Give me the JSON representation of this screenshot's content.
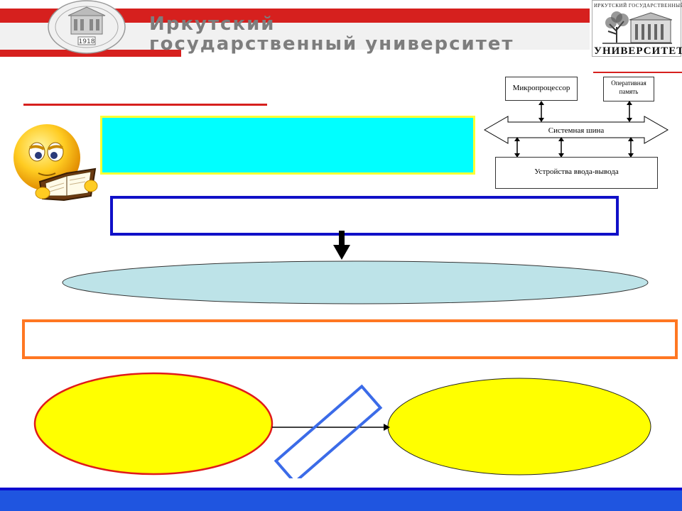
{
  "header": {
    "title_line1": "Иркутский",
    "title_line2": "государственный университет",
    "logo_top_text": "ИРКУТСКИЙ ГОСУДАРСТВЕННЫЙ",
    "logo_bottom_text": "УНИВЕРСИТЕТ",
    "seal_year": "1918",
    "colors": {
      "brand_red": "#d6201e",
      "title_gray": "#7d7d7d"
    }
  },
  "diagram": {
    "cpu_label": "Микропроцессор",
    "ram_label_line1": "Оперативная",
    "ram_label_line2": "память",
    "bus_label": "Системная шина",
    "io_label": "Устройства ввода-вывода"
  },
  "icons": {
    "smiley": "smiley-reading-book-icon",
    "arrow": "arrow-down-icon"
  },
  "colors": {
    "cyan_fill": "#00ffff",
    "yellow_border": "#ffff33",
    "blue_border": "#1010c8",
    "orange_border": "#ff7722",
    "ellipse_fill": "#bde3e8",
    "yellow_fill": "#ffff00",
    "bottom_bar": "#1f55e0"
  }
}
